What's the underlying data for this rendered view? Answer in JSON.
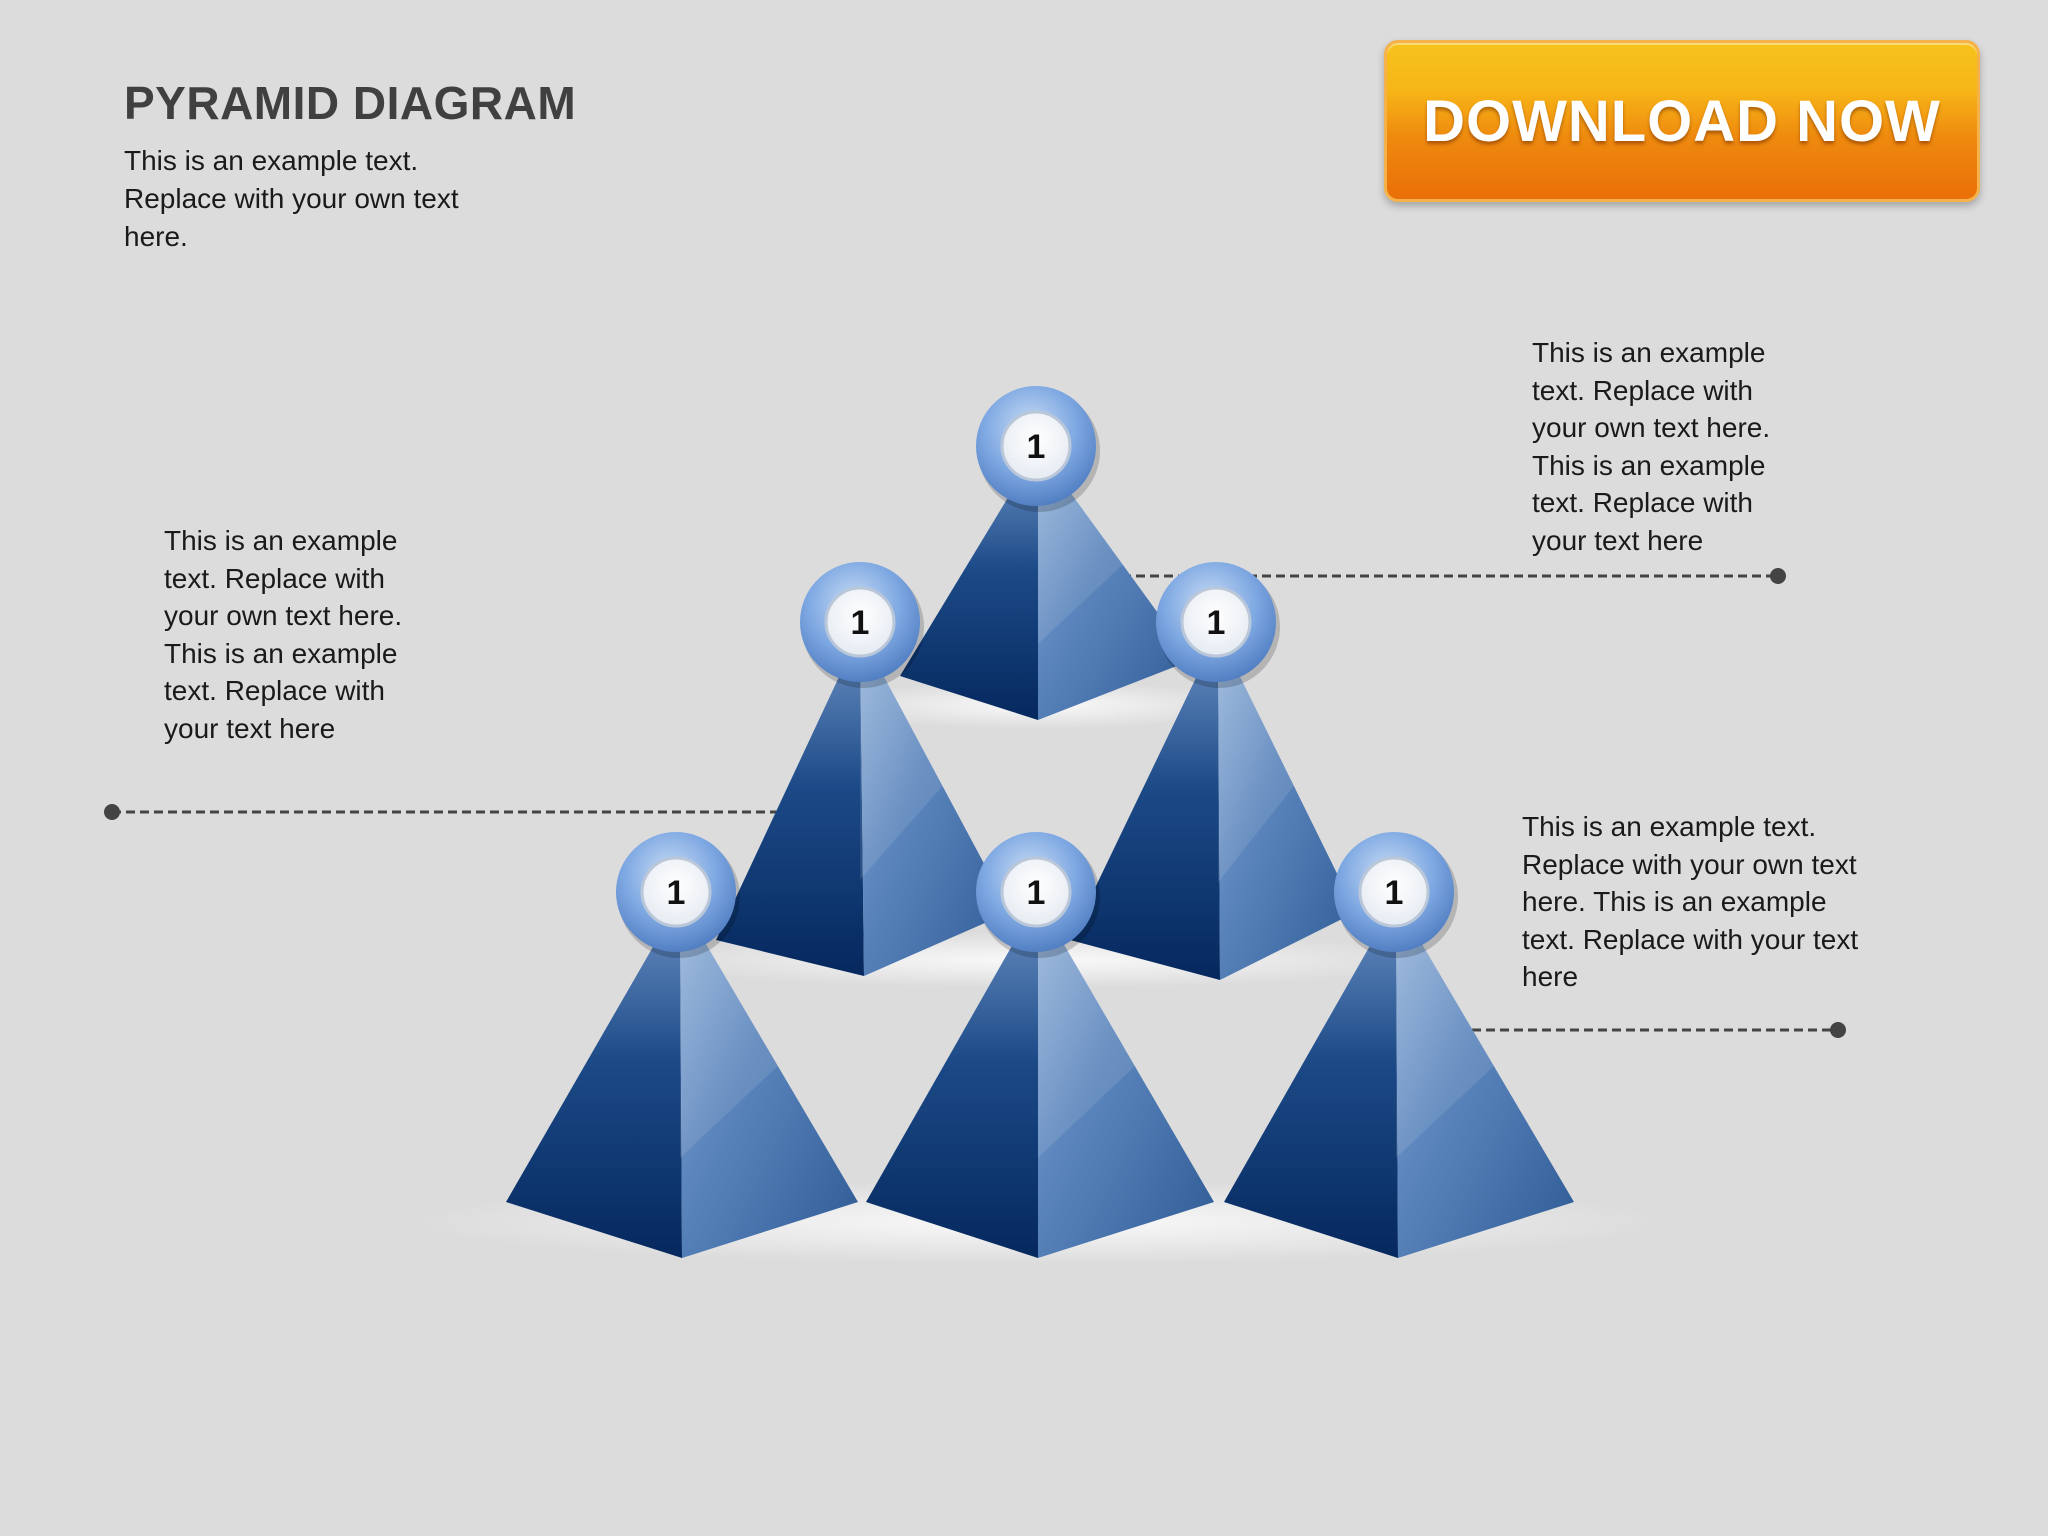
{
  "header": {
    "title": "PYRAMID DIAGRAM",
    "subtitle": "This is an example text. Replace with your own text here."
  },
  "download_button": {
    "label": "DOWNLOAD NOW"
  },
  "texts": {
    "top_right": "This is an example text. Replace with your own text here. This is an example text. Replace with your text here",
    "left": "This is an example text. Replace with your own text here. This is an example text. Replace with your text here",
    "bottom_right": "This is an example text. Replace with your own text here. This is an example text. Replace with your text here"
  },
  "pyramids": [
    {
      "id": "top",
      "badge": "1"
    },
    {
      "id": "middle-left",
      "badge": "1"
    },
    {
      "id": "middle-right",
      "badge": "1"
    },
    {
      "id": "bottom-left",
      "badge": "1"
    },
    {
      "id": "bottom-center",
      "badge": "1"
    },
    {
      "id": "bottom-right",
      "badge": "1"
    }
  ],
  "colors": {
    "background": "#dcdcdd",
    "pyramid_dark": "#0e3c78",
    "pyramid_light": "#3a6aa8",
    "badge_ring": "#7aa6e0",
    "button_top": "#f7c21c",
    "button_bottom": "#ea6f08",
    "connector": "#444444"
  }
}
